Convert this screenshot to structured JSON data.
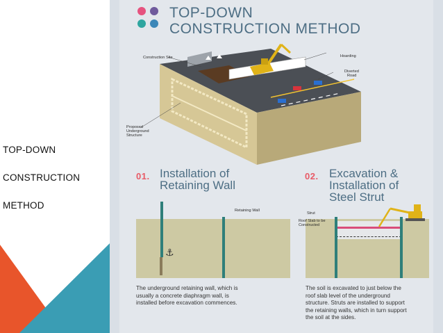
{
  "slide": {
    "title_lines": [
      "TOP-DOWN",
      "CONSTRUCTION",
      "METHOD"
    ],
    "accent_colors": {
      "orange": "#e8552b",
      "teal": "#3a9db4",
      "light_teal": "#8fc7d6"
    }
  },
  "infographic": {
    "heading_lines": [
      "TOP-DOWN",
      "CONSTRUCTION METHOD"
    ],
    "dot_colors": [
      "#e6537f",
      "#6f5a9c",
      "#2fa6a0",
      "#3c87b8"
    ],
    "top_labels": {
      "construction_site": "Construction Site",
      "hoarding": "Hoarding",
      "diverted_road": [
        "Diverted",
        "Road"
      ],
      "proposed_structure": [
        "Proposed",
        "Underground",
        "Structure"
      ]
    },
    "step1": {
      "number": "01.",
      "title_lines": [
        "Installation of",
        "Retaining Wall"
      ],
      "label_retaining_wall": "Retaining Wall",
      "description_lines": [
        "The underground retaining wall, which is",
        "usually a concrete diaphragm wall, is",
        "installed before excavation commences."
      ]
    },
    "step2": {
      "number": "02.",
      "title_lines": [
        "Excavation &",
        "Installation of",
        "Steel Strut"
      ],
      "label_strut": "Strut",
      "label_roof_slab": [
        "Roof Slab to be",
        "Constructed"
      ],
      "description_lines": [
        "The soil is excavated to just below the",
        "roof slab level of the underground",
        "structure. Struts are installed to support",
        "the retaining walls, which in turn support",
        "the soil at the sides."
      ]
    },
    "colors": {
      "heading": "#4d6e84",
      "step_number": "#e85a66",
      "soil": "#cdc9a3",
      "wall": "#2f7f7a",
      "excavator": "#e0b318"
    }
  }
}
